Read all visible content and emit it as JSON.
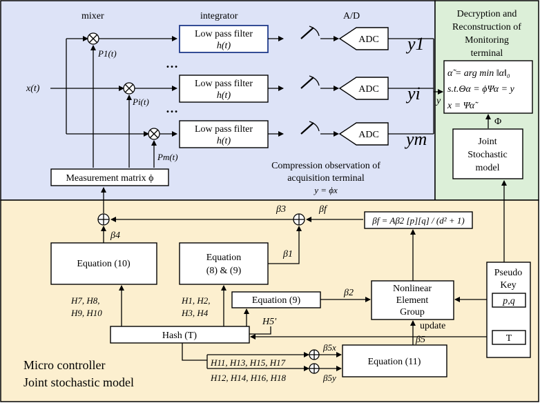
{
  "colors": {
    "acquisition_region": "#dde3f7",
    "monitoring_region": "#dcefd8",
    "controller_region": "#fcefcf"
  },
  "acquisition": {
    "mixer_label": "mixer",
    "integrator_label": "integrator",
    "ad_label": "A/D",
    "input_label": "x(t)",
    "lpf_title": "Low pass filter",
    "lpf_sub": "h(t)",
    "adc_label": "ADC",
    "dots": "…",
    "p1": "P1(t)",
    "pi": "Pi(t)",
    "pm": "Pm(t)",
    "y1": "y1",
    "yi": "yi",
    "ym": "ym",
    "measurement_matrix": "Measurement matrix ϕ",
    "caption_line1": "Compression observation of",
    "caption_line2": "acquisition terminal",
    "caption_eq": "y = ϕx"
  },
  "monitoring": {
    "title_line1": "Decryption and",
    "title_line2": "Reconstruction of",
    "title_line3": "Monitoring",
    "title_line4": "terminal",
    "eq1": "α̃ = arg min ‖α‖₀",
    "eq2": "s.t.Θα = ϕΨα = y",
    "eq3": "x = Ψα̃",
    "y_label": "y",
    "phi_label": "Φ",
    "model_line1": "Joint",
    "model_line2": "Stochastic",
    "model_line3": "model"
  },
  "controller": {
    "title_line1": "Micro controller",
    "title_line2": "Joint stochastic model",
    "eq10": "Equation (10)",
    "eq89_line1": "Equation",
    "eq89_line2": "(8) & (9)",
    "eq9": "Equation (9)",
    "eq11": "Equation (11)",
    "hash": "Hash (T)",
    "nonlinear_line1": "Nonlinear",
    "nonlinear_line2": "Element",
    "nonlinear_line3": "Group",
    "beta_f_eq": "βf = Aβ2 [p][q] / (d² + 1)",
    "pseudo_line1": "Pseudo",
    "pseudo_line2": "Key",
    "pq": "p,q",
    "T": "T",
    "update": "update",
    "b1": "β1",
    "b2": "β2",
    "b3": "β3",
    "b4": "β4",
    "b5": "β5",
    "bf": "βf",
    "b5x": "β5x",
    "b5y": "β5y",
    "h5p": "H5'",
    "h_set1_l1": "H7, H8,",
    "h_set1_l2": "H9, H10",
    "h_set2_l1": "H1, H2,",
    "h_set2_l2": "H3, H4",
    "h_odd": "H11, H13, H15, H17",
    "h_even": "H12, H14, H16, H18"
  }
}
